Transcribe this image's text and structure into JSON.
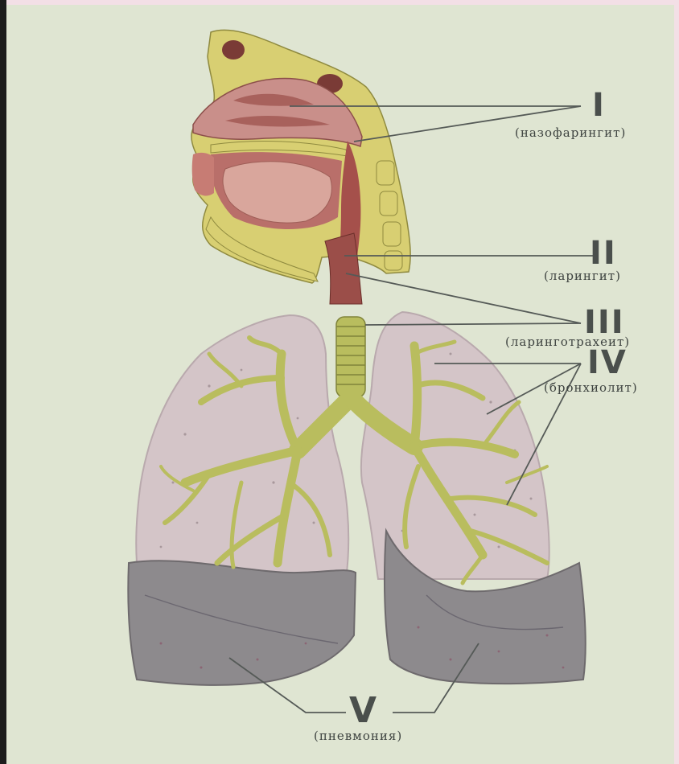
{
  "labels": [
    {
      "numeral": "I",
      "caption": "(назофарингит)"
    },
    {
      "numeral": "II",
      "caption": "(ларингит)"
    },
    {
      "numeral": "III",
      "caption": "(ларинготрахеит)"
    },
    {
      "numeral": "IV",
      "caption": "(бронхиолит)"
    },
    {
      "numeral": "V",
      "caption": "(пневмония)"
    }
  ],
  "colors": {
    "paper": "#dfe5d2",
    "frame": "#f3dfe6",
    "lung_tissue": "#d4c5c8",
    "lower_lobe": "#8d8a8d",
    "bronchi": "#b9bd5e",
    "head_tissue": "#c98f8a",
    "bone": "#d8cf72",
    "leader_lines": "#555a57"
  }
}
